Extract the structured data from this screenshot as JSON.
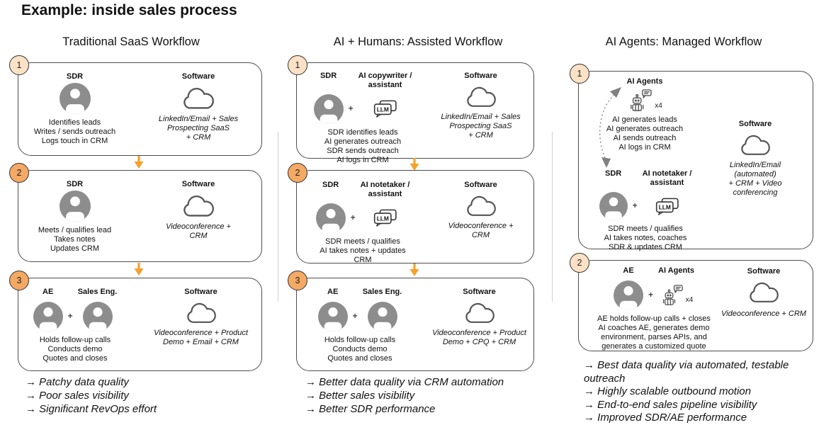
{
  "title": "Example: inside sales process",
  "glyphs": {
    "plus": "+",
    "llm": "LLM"
  },
  "colors": {
    "arrow_orange": "#F5A02B",
    "badge_fill": "#F4A964",
    "badge_fill_light": "#FBE2C6"
  },
  "columns": [
    {
      "header": "Traditional SaaS Workflow",
      "steps": [
        {
          "number": "1",
          "actors": [
            {
              "label": "SDR"
            }
          ],
          "description": "Identifies leads\nWrites / sends outreach\nLogs touch in CRM",
          "software_label": "Software",
          "software_desc": "LinkedIn/Email + Sales\nProspecting SaaS\n+ CRM"
        },
        {
          "number": "2",
          "actors": [
            {
              "label": "SDR"
            }
          ],
          "description": "Meets / qualifies lead\nTakes notes\nUpdates CRM",
          "software_label": "Software",
          "software_desc": "Videoconference +\nCRM"
        },
        {
          "number": "3",
          "actors": [
            {
              "label": "AE"
            },
            {
              "label": "Sales Eng."
            }
          ],
          "description": "Holds follow-up calls\nConducts demo\nQuotes and closes",
          "software_label": "Software",
          "software_desc": "Videoconference + Product\nDemo + Email + CRM"
        }
      ],
      "takeaways": [
        "→ Patchy data quality",
        "→ Poor sales visibility",
        "→ Significant RevOps effort"
      ]
    },
    {
      "header": "AI + Humans: Assisted Workflow",
      "steps": [
        {
          "number": "1",
          "actors": [
            {
              "label": "SDR"
            },
            {
              "label": "AI copywriter /\nassistant"
            }
          ],
          "description": "SDR identifies leads\nAI generates outreach\nSDR sends outreach\nAI logs in CRM",
          "software_label": "Software",
          "software_desc": "LinkedIn/Email + Sales\nProspecting SaaS\n+ CRM"
        },
        {
          "number": "2",
          "actors": [
            {
              "label": "SDR"
            },
            {
              "label": "AI notetaker /\nassistant"
            }
          ],
          "description": "SDR meets / qualifies\nAI takes notes + updates\nCRM",
          "software_label": "Software",
          "software_desc": "Videoconference +\nCRM"
        },
        {
          "number": "3",
          "actors": [
            {
              "label": "AE"
            },
            {
              "label": "Sales Eng."
            }
          ],
          "description": "Holds follow-up calls\nConducts demo\nQuotes and closes",
          "software_label": "Software",
          "software_desc": "Videoconference + Product\nDemo + CPQ + CRM"
        }
      ],
      "takeaways": [
        "→ Better data quality via CRM automation",
        "→ Better sales visibility",
        "→ Better SDR performance"
      ]
    },
    {
      "header": "AI Agents: Managed Workflow",
      "steps": [
        {
          "number": "1",
          "agents_label": "AI Agents",
          "agents_multiplier": "x4",
          "agents_desc": "AI generates leads\nAI generates outreach\nAI sends outreach\nAI logs in CRM",
          "actors": [
            {
              "label": "SDR"
            },
            {
              "label": "AI notetaker /\nassistant"
            }
          ],
          "description": "SDR meets / qualifies\nAI takes notes, coaches\nSDR & updates CRM",
          "software_label": "Software",
          "software_desc": "LinkedIn/Email\n(automated)\n+ CRM + Video\nconferencing"
        },
        {
          "number": "2",
          "actors": [
            {
              "label": "AE"
            },
            {
              "label": "AI Agents"
            }
          ],
          "agents_multiplier": "x4",
          "description": "AE holds follow-up calls + closes\nAI coaches AE, generates demo\nenvironment, parses APIs, and\ngenerates a customized quote",
          "software_label": "Software",
          "software_desc": "Videoconference + CRM"
        }
      ],
      "takeaways": [
        "→ Best data quality via automated, testable outreach",
        "→ Highly scalable outbound motion",
        "→ End-to-end sales pipeline visibility",
        "→ Improved SDR/AE performance"
      ]
    }
  ]
}
